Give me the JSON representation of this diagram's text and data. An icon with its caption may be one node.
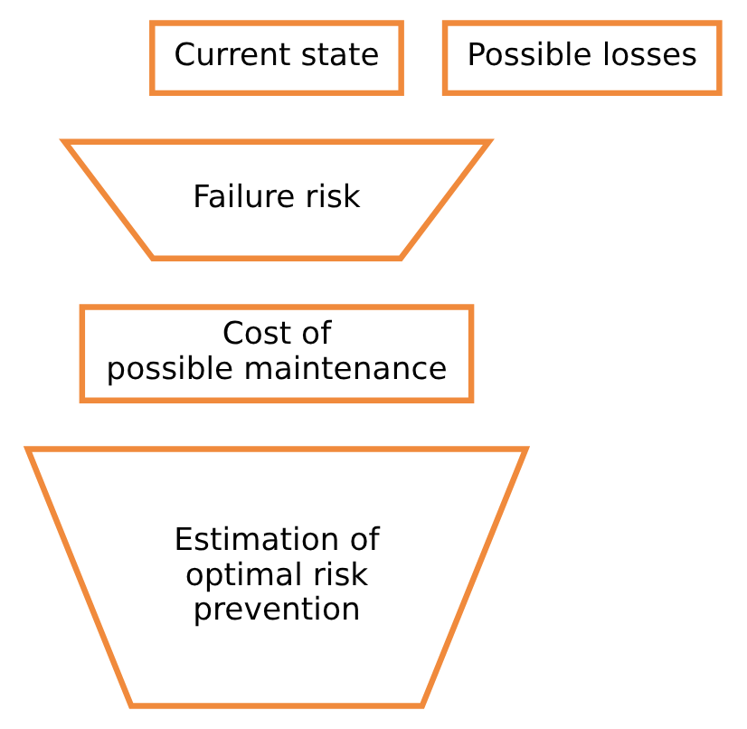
{
  "diagram": {
    "nodes": [
      {
        "text": [
          "Current state"
        ]
      },
      {
        "text": [
          "Possible losses"
        ]
      },
      {
        "text": [
          "Failure risk"
        ]
      },
      {
        "text": [
          "Cost of possible maintenance"
        ]
      },
      {
        "text": [
          "Estimation of optimal risk prevention"
        ]
      }
    ]
  }
}
